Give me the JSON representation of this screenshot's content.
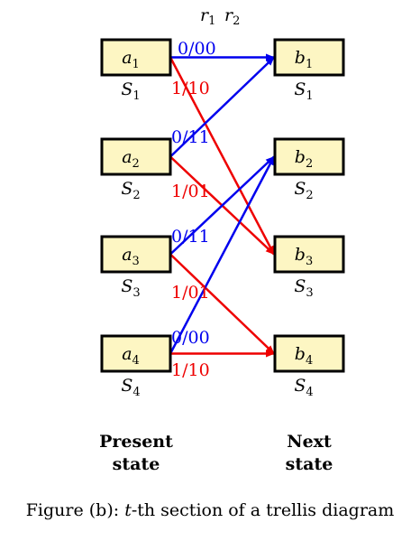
{
  "header": {
    "r1": "r",
    "r1_sub": "1",
    "r2": "r",
    "r2_sub": "2"
  },
  "present_states": [
    {
      "var": "a",
      "sub": "1",
      "state": "S",
      "state_sub": "1"
    },
    {
      "var": "a",
      "sub": "2",
      "state": "S",
      "state_sub": "2"
    },
    {
      "var": "a",
      "sub": "3",
      "state": "S",
      "state_sub": "3"
    },
    {
      "var": "a",
      "sub": "4",
      "state": "S",
      "state_sub": "4"
    }
  ],
  "next_states": [
    {
      "var": "b",
      "sub": "1",
      "state": "S",
      "state_sub": "1"
    },
    {
      "var": "b",
      "sub": "2",
      "state": "S",
      "state_sub": "2"
    },
    {
      "var": "b",
      "sub": "3",
      "state": "S",
      "state_sub": "3"
    },
    {
      "var": "b",
      "sub": "4",
      "state": "S",
      "state_sub": "4"
    }
  ],
  "transitions": [
    {
      "from": 0,
      "to": 0,
      "label": "0/00",
      "color": "#0000ee"
    },
    {
      "from": 0,
      "to": 2,
      "label": "1/10",
      "color": "#ee0000"
    },
    {
      "from": 1,
      "to": 0,
      "label": "0/11",
      "color": "#0000ee"
    },
    {
      "from": 1,
      "to": 2,
      "label": "1/01",
      "color": "#ee0000"
    },
    {
      "from": 2,
      "to": 1,
      "label": "0/11",
      "color": "#0000ee"
    },
    {
      "from": 2,
      "to": 3,
      "label": "1/01",
      "color": "#ee0000"
    },
    {
      "from": 3,
      "to": 1,
      "label": "0/00",
      "color": "#0000ee"
    },
    {
      "from": 3,
      "to": 3,
      "label": "1/10",
      "color": "#ee0000"
    }
  ],
  "columns": {
    "left": [
      "Present",
      "state"
    ],
    "right": [
      "Next",
      "state"
    ]
  },
  "caption": {
    "prefix": "Figure (b): ",
    "t": "t",
    "suffix": "-th section of a trellis diagram"
  },
  "colors": {
    "box_fill": "#fdf6c3",
    "box_stroke": "#000000",
    "zero": "#0000ee",
    "one": "#ee0000"
  }
}
